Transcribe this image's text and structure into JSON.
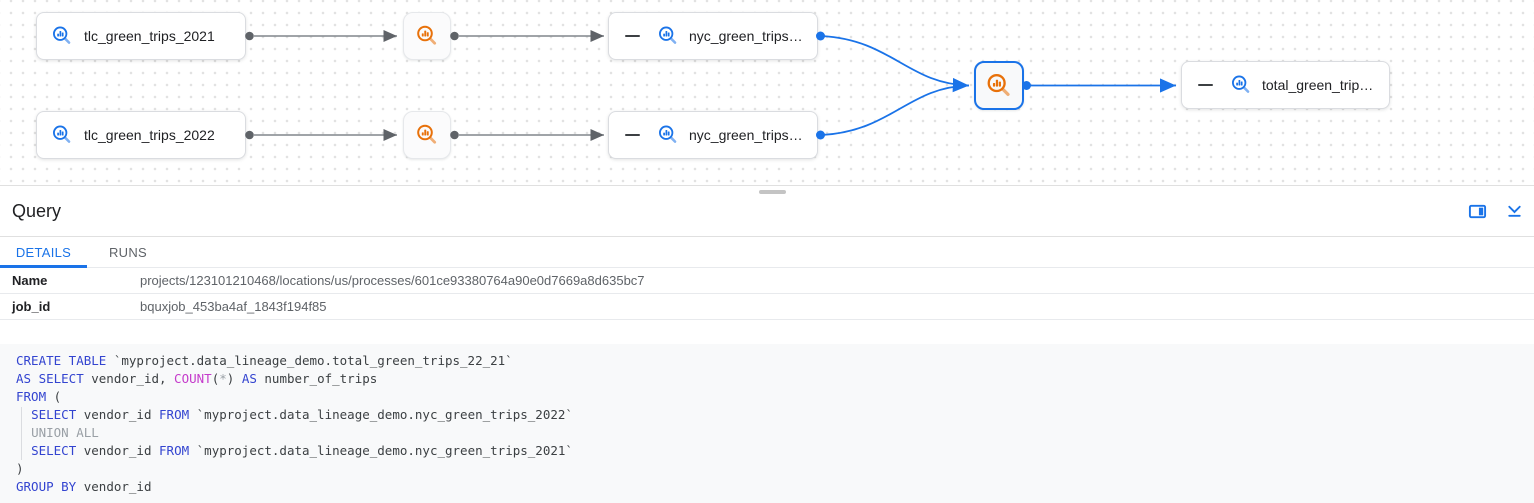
{
  "colors": {
    "accent_blue": "#1a73e8",
    "process_orange": "#e8710a",
    "node_border": "#dadce0",
    "edge_gray": "#80868b",
    "keyword_blue": "#3344d0",
    "function_magenta": "#c53bcb",
    "muted_gray": "#9aa0a6"
  },
  "lineage": {
    "nodes": [
      {
        "label": "tlc_green_trips_2021",
        "icon": "table-search-icon"
      },
      {
        "label": "tlc_green_trips_2022",
        "icon": "table-search-icon"
      },
      {
        "label": "nyc_green_trips…",
        "icon": "table-search-icon"
      },
      {
        "label": "nyc_green_trips…",
        "icon": "table-search-icon"
      },
      {
        "label": "total_green_trip…",
        "icon": "table-search-icon"
      }
    ],
    "process_icon": "query-process-icon"
  },
  "panel": {
    "title": "Query",
    "icons": {
      "layout": "open-side-panel-icon",
      "collapse": "collapse-panel-icon"
    },
    "tabs": [
      {
        "label": "DETAILS"
      },
      {
        "label": "RUNS"
      }
    ],
    "details": [
      {
        "label": "Name",
        "value": "projects/123101210468/locations/us/processes/601ce93380764a90e0d7669a8d635bc7"
      },
      {
        "label": "job_id",
        "value": "bquxjob_453ba4af_1843f194f85"
      }
    ]
  },
  "code": {
    "lines": [
      [
        [
          "kw",
          "CREATE TABLE"
        ],
        [
          "id",
          " "
        ],
        [
          "id",
          "`myproject.data_lineage_demo.total_green_trips_22_21`"
        ]
      ],
      [
        [
          "kw",
          "AS SELECT"
        ],
        [
          "id",
          " vendor_id, "
        ],
        [
          "fn",
          "COUNT"
        ],
        [
          "id",
          "("
        ],
        [
          "gr",
          "*"
        ],
        [
          "id",
          ") "
        ],
        [
          "kw",
          "AS"
        ],
        [
          "id",
          " number_of_trips"
        ]
      ],
      [
        [
          "kw",
          "FROM"
        ],
        [
          "id",
          " ("
        ]
      ],
      [
        [
          "id",
          "  "
        ],
        [
          "kw",
          "SELECT"
        ],
        [
          "id",
          " vendor_id "
        ],
        [
          "kw",
          "FROM"
        ],
        [
          "id",
          " `myproject.data_lineage_demo.nyc_green_trips_2022`"
        ]
      ],
      [
        [
          "id",
          "  "
        ],
        [
          "gr",
          "UNION ALL"
        ]
      ],
      [
        [
          "id",
          "  "
        ],
        [
          "kw",
          "SELECT"
        ],
        [
          "id",
          " vendor_id "
        ],
        [
          "kw",
          "FROM"
        ],
        [
          "id",
          " `myproject.data_lineage_demo.nyc_green_trips_2021`"
        ]
      ],
      [
        [
          "id",
          ")"
        ]
      ],
      [
        [
          "kw",
          "GROUP BY"
        ],
        [
          "id",
          " vendor_id"
        ]
      ]
    ]
  }
}
